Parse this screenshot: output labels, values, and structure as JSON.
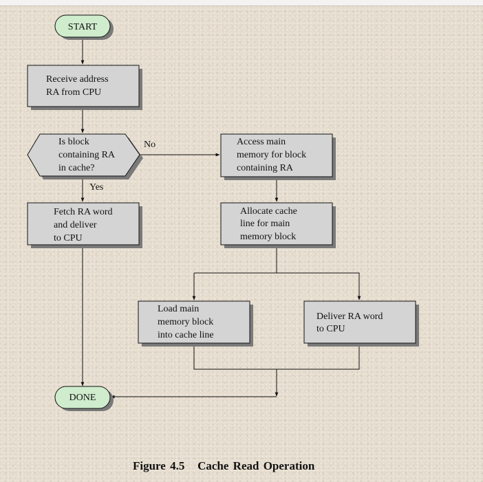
{
  "diagram": {
    "start_label": "START",
    "receive": {
      "line1": "Receive address",
      "line2": "RA from CPU"
    },
    "decision": {
      "line1": "Is block",
      "line2": "containing RA",
      "line3": "in cache?"
    },
    "no_label": "No",
    "yes_label": "Yes",
    "access": {
      "line1": "Access main",
      "line2": "memory for block",
      "line3": "containing RA"
    },
    "fetch": {
      "line1": "Fetch RA word",
      "line2": "and deliver",
      "line3": "to CPU"
    },
    "allocate": {
      "line1": "Allocate cache",
      "line2": "line for main",
      "line3": "memory block"
    },
    "load": {
      "line1": "Load main",
      "line2": "memory block",
      "line3": "into cache line"
    },
    "deliver": {
      "line1": "Deliver RA word",
      "line2": "to CPU"
    },
    "done_label": "DONE",
    "caption": "Figure 4.5   Cache Read Operation"
  },
  "colors": {
    "process_fill": "#d4d4d4",
    "terminal_fill": "#cfeccd",
    "background": "#e6ddcf"
  }
}
